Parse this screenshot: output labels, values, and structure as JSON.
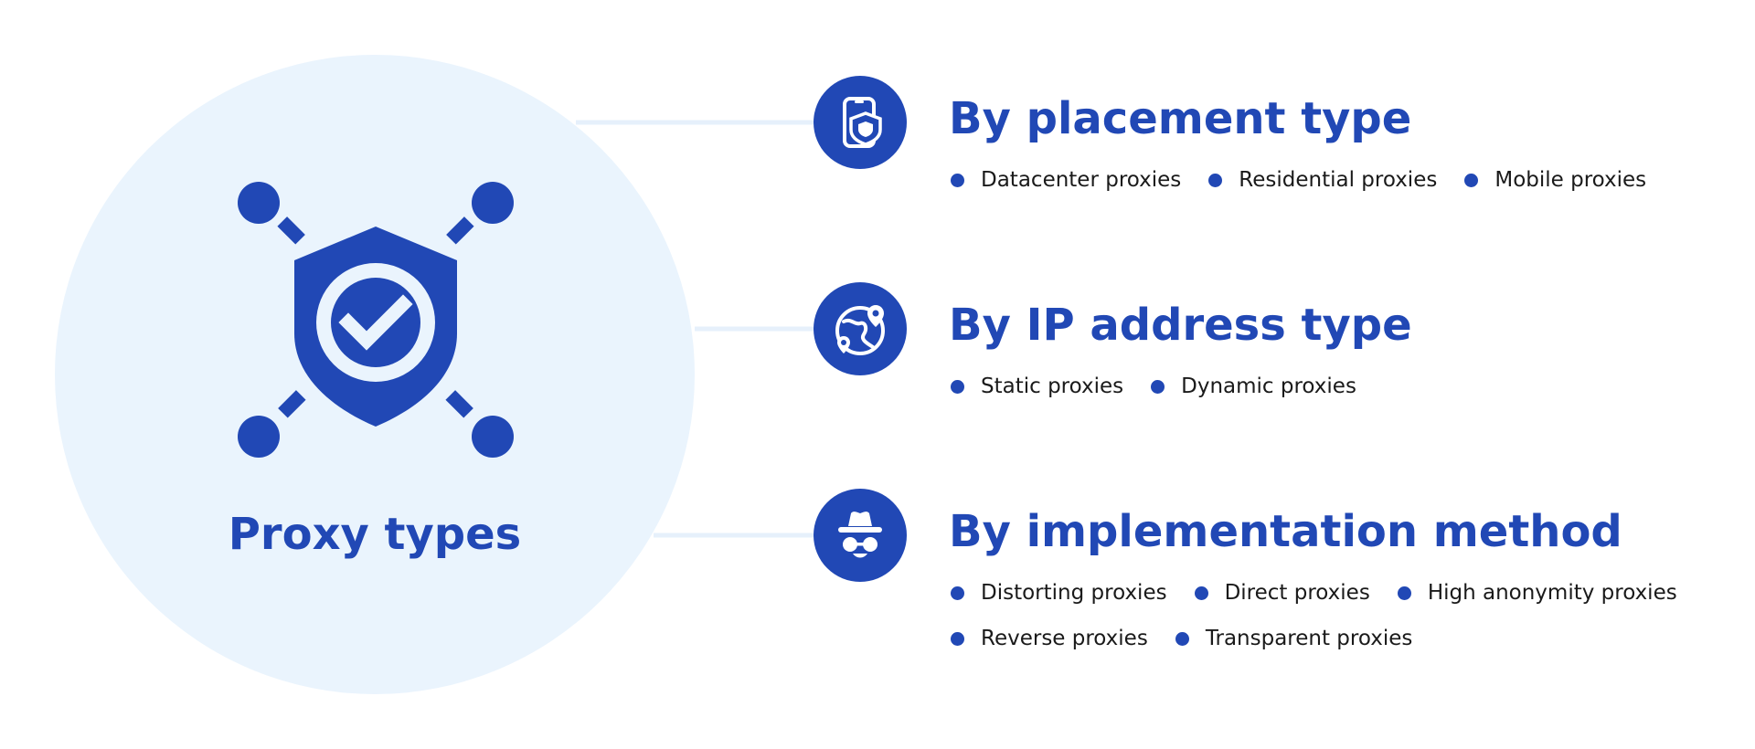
{
  "hub": {
    "title": "Proxy types",
    "icon": "shield-check-network-icon"
  },
  "colors": {
    "accent": "#2148b5",
    "hub_background": "#eaf4fd",
    "connector": "#e6f0fb",
    "text": "#1a1a1a"
  },
  "categories": [
    {
      "title": "By placement type",
      "icon": "mobile-shield-icon",
      "rows": [
        [
          "Datacenter proxies",
          "Residential proxies",
          "Mobile proxies"
        ]
      ]
    },
    {
      "title": "By IP address type",
      "icon": "globe-location-icon",
      "rows": [
        [
          "Static proxies",
          "Dynamic proxies"
        ]
      ]
    },
    {
      "title": "By implementation method",
      "icon": "incognito-icon",
      "rows": [
        [
          "Distorting proxies",
          "Direct proxies",
          "High anonymity proxies"
        ],
        [
          "Reverse proxies",
          "Transparent proxies"
        ]
      ]
    }
  ]
}
